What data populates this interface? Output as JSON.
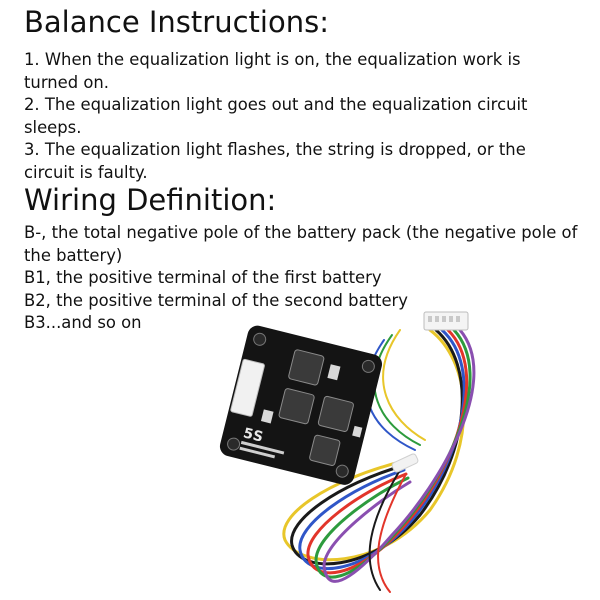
{
  "balance": {
    "heading": "Balance Instructions:",
    "items": [
      "1. When the equalization light is on, the equalization work is turned on.",
      "2. The equalization light goes out and the equalization circuit sleeps.",
      "3. The equalization light flashes, the string is dropped, or the circuit is faulty."
    ]
  },
  "wiring": {
    "heading": "Wiring Definition:",
    "items": [
      "B-, the total negative pole of the battery pack (the negative pole of the battery)",
      "B1, the positive terminal of the first battery",
      "B2, the positive terminal of the second battery",
      "B3...and so on"
    ]
  },
  "board": {
    "silkscreen": "5S"
  },
  "colors": {
    "board": "#141414",
    "wires": [
      "#e8c62a",
      "#1a1a1a",
      "#2f56c8",
      "#e2352a",
      "#2d9b3d",
      "#8a4fb0"
    ]
  }
}
